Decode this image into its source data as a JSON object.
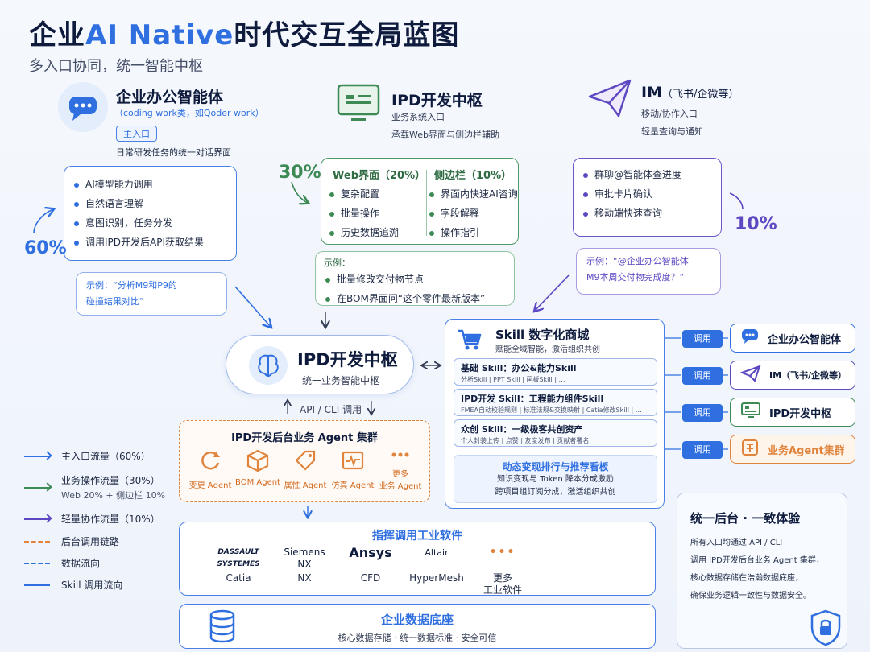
{
  "header": {
    "title_prefix": "企业",
    "title_ai": "AI Native",
    "title_suffix": "时代交互全局蓝图",
    "subtitle": "多入口协同，统一智能中枢"
  },
  "entry_office": {
    "title": "企业办公智能体",
    "desc": "（coding work类，如Qoder work）",
    "badge": "主入口",
    "caption": "日常研发任务的统一对话界面",
    "items": [
      "AI模型能力调用",
      "自然语言理解",
      "意图识别，任务分发",
      "调用IPD开发后API获取结果"
    ],
    "pct": "60%",
    "example": "示例：“分析M9和P9的\n碰撞结果对比”"
  },
  "entry_ipd": {
    "title": "IPD开发中枢",
    "line1": "业务系统入口",
    "line2": "承载Web界面与侧边栏辅助",
    "pct": "30%",
    "web_title": "Web界面（20%）",
    "web_items": [
      "复杂配置",
      "批量操作",
      "历史数据追溯"
    ],
    "side_title": "侧边栏（10%）",
    "side_items": [
      "界面内快速AI咨询",
      "字段解释",
      "操作指引"
    ],
    "example_title": "示例：",
    "example_items": [
      "批量修改交付物节点",
      "在BOM界面问“这个零件最新版本”"
    ]
  },
  "entry_im": {
    "title": "IM",
    "title_sub": "（飞书/企微等）",
    "line1": "移动/协作入口",
    "line2": "轻量查询与通知",
    "items": [
      "群聊@智能体查进度",
      "审批卡片确认",
      "移动端快速查询"
    ],
    "pct": "10%",
    "example": "示例：“@企业办公智能体\nM9本周交付物完成度？”"
  },
  "hub": {
    "title": "IPD开发中枢",
    "sub": "统一业务智能中枢",
    "api_label": "API / CLI 调用"
  },
  "agents": {
    "title": "IPD开发后台业务 Agent 集群",
    "items": [
      {
        "label": "变更 Agent",
        "icon": "refresh-icon"
      },
      {
        "label": "BOM Agent",
        "icon": "cube-icon"
      },
      {
        "label": "属性 Agent",
        "icon": "tag-icon"
      },
      {
        "label": "仿真 Agent",
        "icon": "pulse-icon"
      },
      {
        "label": "更多\n业务 Agent",
        "icon": "more-icon"
      }
    ]
  },
  "skill_mall": {
    "title": "Skill 数字化商城",
    "sub": "赋能全域智能，激活组织共创",
    "rows": [
      {
        "h": "基础 Skill：办公&能力Skill",
        "s": "分析Skill  |  PPT Skill  |  画板Skill  |  …"
      },
      {
        "h": "IPD开发 Skill：工程能力组件Skill",
        "s": "FMEA自动校验规则 | 标准法规&交换映射 | Catia修改Skill | …"
      },
      {
        "h": "众创 Skill：一级极客共创资产",
        "s": "个人封装上传  |  点赞  |  友度发布  |  贡献者署名"
      }
    ],
    "rank_title": "动态变现排行与推荐看板",
    "rank_line1": "知识变现与 Token 降本分成激励",
    "rank_line2": "跨项目组订阅分成，激活组织共创"
  },
  "calls": {
    "btn": "调用",
    "targets": [
      "企业办公智能体",
      "IM（飞书/企微等）",
      "IPD开发中枢",
      "业务Agent集群"
    ]
  },
  "industrial": {
    "title": "指挥调用工业软件",
    "items": [
      {
        "logo": "DASSAULT SYSTEMES",
        "name": "Catia"
      },
      {
        "logo": "Siemens\nNX",
        "name": "NX"
      },
      {
        "logo": "Ansys",
        "name": "CFD"
      },
      {
        "logo": "Altair",
        "name": "HyperMesh"
      },
      {
        "logo": "•••",
        "name": "更多\n工业软件"
      }
    ]
  },
  "database": {
    "title": "企业数据底座",
    "sub": "核心数据存储 · 统一数据标准 · 安全可信"
  },
  "unified": {
    "title": "统一后台 · 一致体验",
    "body": [
      "所有入口均通过 API / CLI",
      "调用 IPD开发后台业务 Agent 集群，",
      "核心数据存储在浩瀚数据底座，",
      "确保业务逻辑一致性与数据安全。"
    ]
  },
  "legend": [
    {
      "label": "主入口流量（60%）",
      "color": "#2f6fe0",
      "style": "solid-arrow"
    },
    {
      "label": "业务操作流量（30%）",
      "sub": "Web 20% + 侧边栏 10%",
      "color": "#3d8a55",
      "style": "solid-arrow"
    },
    {
      "label": "轻量协作流量（10%）",
      "color": "#5d48c2",
      "style": "solid-arrow"
    },
    {
      "label": "后台调用链路",
      "color": "#e0843d",
      "style": "dashed"
    },
    {
      "label": "数据流向",
      "color": "#2f6fe0",
      "style": "dashed"
    },
    {
      "label": "Skill 调用流向",
      "color": "#2f6fe0",
      "style": "solid"
    }
  ],
  "colors": {
    "blue": "#2f6fe0",
    "green": "#3d8a55",
    "purple": "#5d48c2",
    "orange": "#e0843d"
  }
}
